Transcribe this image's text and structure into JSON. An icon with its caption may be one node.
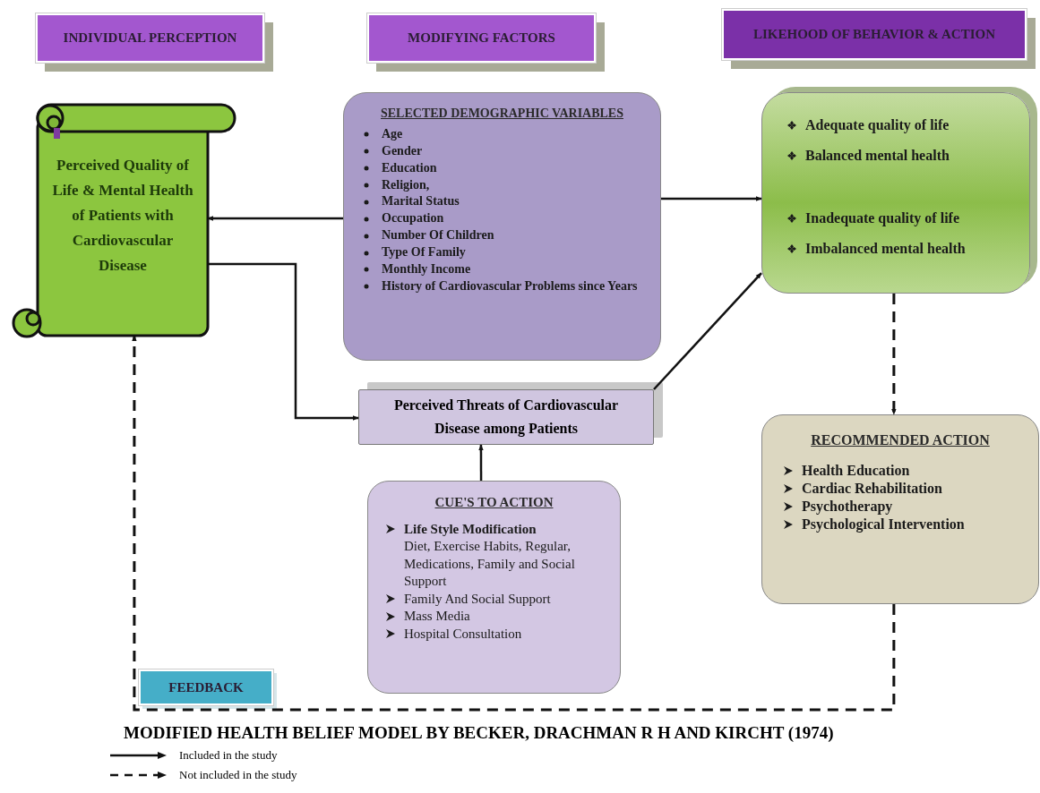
{
  "diagram": {
    "caption": "MODIFIED HEALTH BELIEF MODEL BY BECKER, DRACHMAN R H AND KIRCHT (1974)",
    "nodes": [
      {
        "text": [
          "INDIVIDUAL PERCEPTION"
        ]
      },
      {
        "text": [
          "MODIFYING FACTORS"
        ]
      },
      {
        "text": [
          "LIKEHOOD OF BEHAVIOR & ACTION"
        ]
      },
      {
        "text": [
          "Perceived Quality of Life & Mental Health of Patients with Cardiovascular Disease"
        ]
      },
      {
        "text": [
          "SELECTED DEMOGRAPHIC VARIABLES",
          "Age",
          "Gender",
          "Education",
          "Religion,",
          "Marital Status",
          "Occupation",
          "Number Of Children",
          "Type Of Family",
          "Monthly Income",
          "History of Cardiovascular Problems since Years"
        ]
      },
      {
        "text": [
          "Adequate quality of life",
          "Balanced mental health",
          "Inadequate quality of life",
          "Imbalanced mental health"
        ]
      },
      {
        "text": [
          "Perceived Threats of Cardiovascular Disease among Patients"
        ]
      },
      {
        "text": [
          "RECOMMENDED ACTION",
          "Health Education",
          "Cardiac Rehabilitation",
          "Psychotherapy",
          "Psychological Intervention"
        ]
      },
      {
        "text": [
          "CUE'S TO ACTION",
          "Life Style Modification",
          "Diet, Exercise Habits, Regular, Medications, Family and Social Support",
          "Family And Social Support",
          "Mass Media",
          "Hospital Consultation"
        ]
      },
      {
        "text": [
          "FEEDBACK"
        ]
      }
    ],
    "edges": [
      {
        "from": 4,
        "to": 3,
        "arrow": "to"
      },
      {
        "from": 4,
        "to": 5,
        "arrow": "to"
      },
      {
        "from": 3,
        "to": 6,
        "arrow": "to"
      },
      {
        "from": 6,
        "to": 5,
        "arrow": "to"
      },
      {
        "from": 8,
        "to": 6,
        "arrow": "to"
      },
      {
        "from": 5,
        "to": 7,
        "arrow": "to",
        "style": "dashed"
      },
      {
        "from": 7,
        "to": 3,
        "arrow": "to",
        "style": "dashed"
      }
    ],
    "legend": [
      {
        "text": "Included in the study"
      },
      {
        "text": "Not included in the study"
      }
    ]
  }
}
